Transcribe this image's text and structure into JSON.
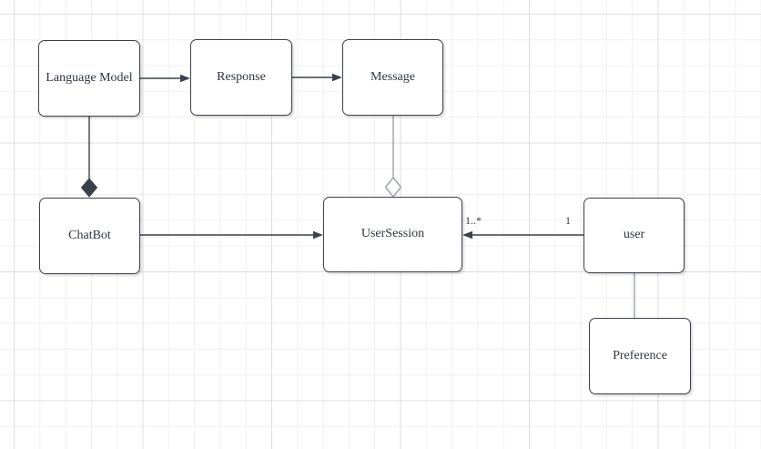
{
  "diagram": {
    "kind": "uml-class-diagram",
    "tool_style": "drawio-canvas"
  },
  "colors": {
    "shape_stroke": "#3A414C",
    "shape_fill": "#FFFFFF",
    "text": "#2E3540",
    "dark_edge": "#3A414C",
    "light_edge": "#9BA1A8",
    "grid_minor": "#F0F0F1",
    "grid_major": "#DEDFE1",
    "canvas_bg": "#FFFFFF"
  },
  "nodes": [
    {
      "id": "language-model",
      "label": "Language Model"
    },
    {
      "id": "response",
      "label": "Response"
    },
    {
      "id": "message",
      "label": "Message"
    },
    {
      "id": "chatbot",
      "label": "ChatBot"
    },
    {
      "id": "user-session",
      "label": "UserSession"
    },
    {
      "id": "user",
      "label": "user"
    },
    {
      "id": "preference",
      "label": "Preference"
    }
  ],
  "edges": [
    {
      "from": "Language Model",
      "to": "Response",
      "type": "directed-arrow"
    },
    {
      "from": "Response",
      "to": "Message",
      "type": "directed-arrow"
    },
    {
      "from": "Language Model",
      "to": "ChatBot",
      "type": "composition-filled-diamond"
    },
    {
      "from": "Message",
      "to": "UserSession",
      "type": "aggregation-hollow-diamond"
    },
    {
      "from": "ChatBot",
      "to": "UserSession",
      "type": "directed-arrow"
    },
    {
      "from": "user",
      "to": "UserSession",
      "type": "directed-arrow",
      "source_multiplicity": "1",
      "target_multiplicity": "1..*"
    },
    {
      "from": "user",
      "to": "Preference",
      "type": "plain-line"
    }
  ]
}
